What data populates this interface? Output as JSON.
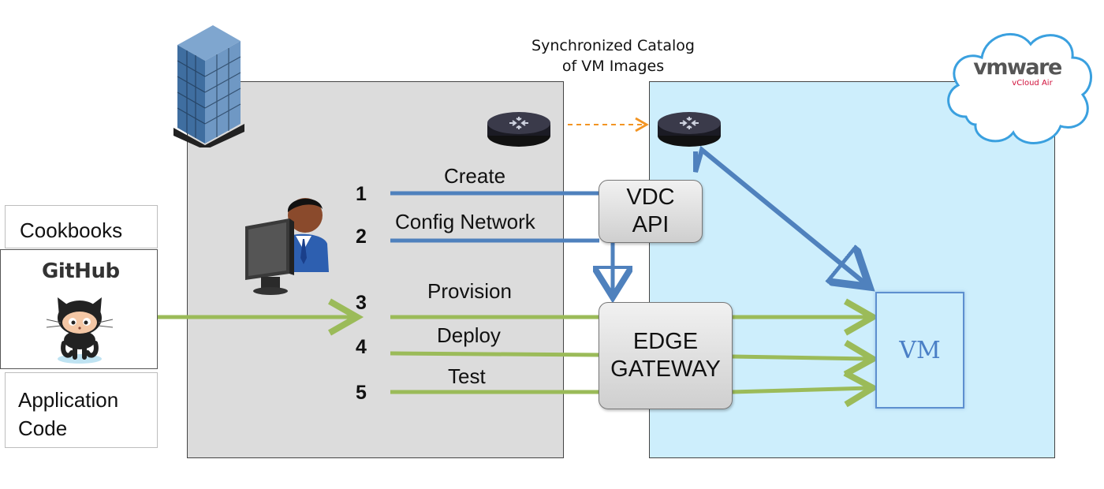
{
  "diagram": {
    "sync_label_line1": "Synchronized Catalog",
    "sync_label_line2": "of VM Images",
    "left_sources": {
      "cookbooks": "Cookbooks",
      "github": "GitHub",
      "app_code_line1": "Application",
      "app_code_line2": "Code"
    },
    "steps": [
      {
        "number": "1",
        "label": "Create"
      },
      {
        "number": "2",
        "label": "Config Network"
      },
      {
        "number": "3",
        "label": "Provision"
      },
      {
        "number": "4",
        "label": "Deploy"
      },
      {
        "number": "5",
        "label": "Test"
      }
    ],
    "vdc_api": {
      "line1": "VDC",
      "line2": "API"
    },
    "edge_gateway": {
      "line1": "EDGE",
      "line2": "GATEWAY"
    },
    "vm": "VM",
    "vmware_logo": {
      "brand": "vmware",
      "product": "vCloud Air"
    }
  },
  "colors": {
    "left_panel": "#dcdcdc",
    "right_panel": "#cdeefc",
    "blue_arrow": "#4f81bd",
    "green_arrow": "#9bbb59",
    "sync_arrow": "#f29423"
  }
}
